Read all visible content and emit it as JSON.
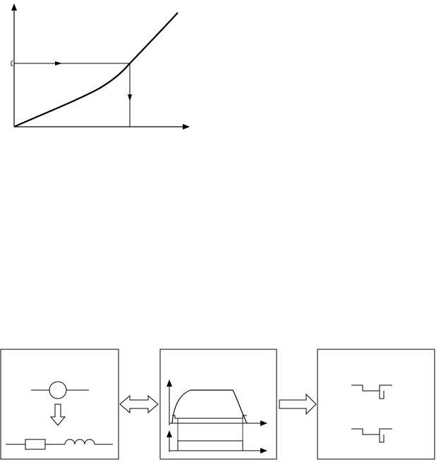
{
  "figure": {
    "stroke_color": "#000000",
    "background_color": "#ffffff",
    "top_curve": {
      "description_visible_text": [],
      "has_horizontal_arrow": true,
      "has_vertical_arrow": true
    },
    "bottom_panels": [
      {
        "name": "component-model-panel",
        "icons": [
          "circle-element-icon",
          "down-hollow-arrow-icon",
          "resistor-icon",
          "inductor-icon"
        ]
      },
      {
        "name": "waveform-panel",
        "icons": [
          "transient-current-waveform",
          "pulse-waveform"
        ]
      },
      {
        "name": "logic-signal-panel",
        "icons": [
          "step-signal-upper",
          "step-signal-lower"
        ]
      }
    ],
    "connectors": [
      {
        "name": "bidirectional-hollow-arrow",
        "direction": "both"
      },
      {
        "name": "right-hollow-arrow",
        "direction": "right"
      }
    ]
  }
}
